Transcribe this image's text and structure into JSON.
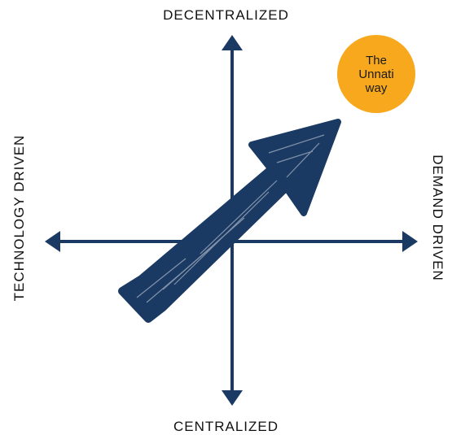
{
  "labels": {
    "top": "DECENTRALIZED",
    "bottom": "CENTRALIZED",
    "left": "TECHNOLOGY DRIVEN",
    "right": "DEMAND DRIVEN"
  },
  "badge": {
    "text": "The\nUnnati\nway"
  },
  "colors": {
    "axis": "#1b3a63",
    "arrow": "#1b3a63",
    "badge": "#f7a81c",
    "text": "#111111"
  }
}
